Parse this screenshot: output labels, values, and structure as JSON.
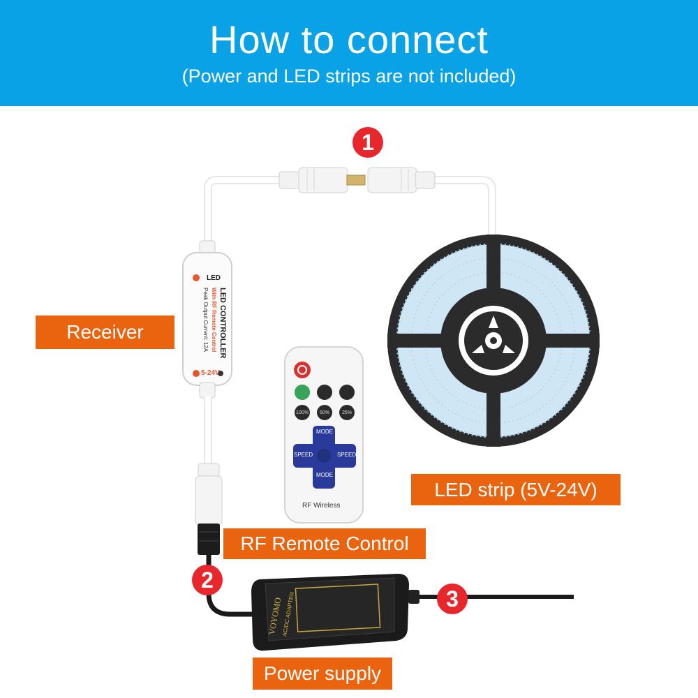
{
  "header": {
    "title": "How to connect",
    "subtitle": "(Power and LED strips are not included)"
  },
  "labels": {
    "receiver": "Receiver",
    "led_strip": "LED strip (5V-24V)",
    "remote": "RF Remote Control",
    "power": "Power supply"
  },
  "steps": [
    "1",
    "2",
    "3"
  ],
  "receiver_device": {
    "led_label": "LED",
    "line1": "LED CONTROLLER",
    "line2": "With RF Remote Control",
    "line3": "Peak Output Current: 12A",
    "voltage": "5-24V"
  },
  "remote_device": {
    "buttons": [
      "100%",
      "50%",
      "25%"
    ],
    "mode_top": "MODE",
    "mode_bottom": "MODE",
    "speed_left": "SPEED",
    "speed_right": "SPEED",
    "brand": "RF Wireless"
  },
  "adapter": {
    "brand": "VOYOMO",
    "type": "AC/DC ADAPTER"
  },
  "colors": {
    "header_bg": "#0aa2e6",
    "label_bg": "#ea6410",
    "badge_bg": "#e8272c"
  }
}
